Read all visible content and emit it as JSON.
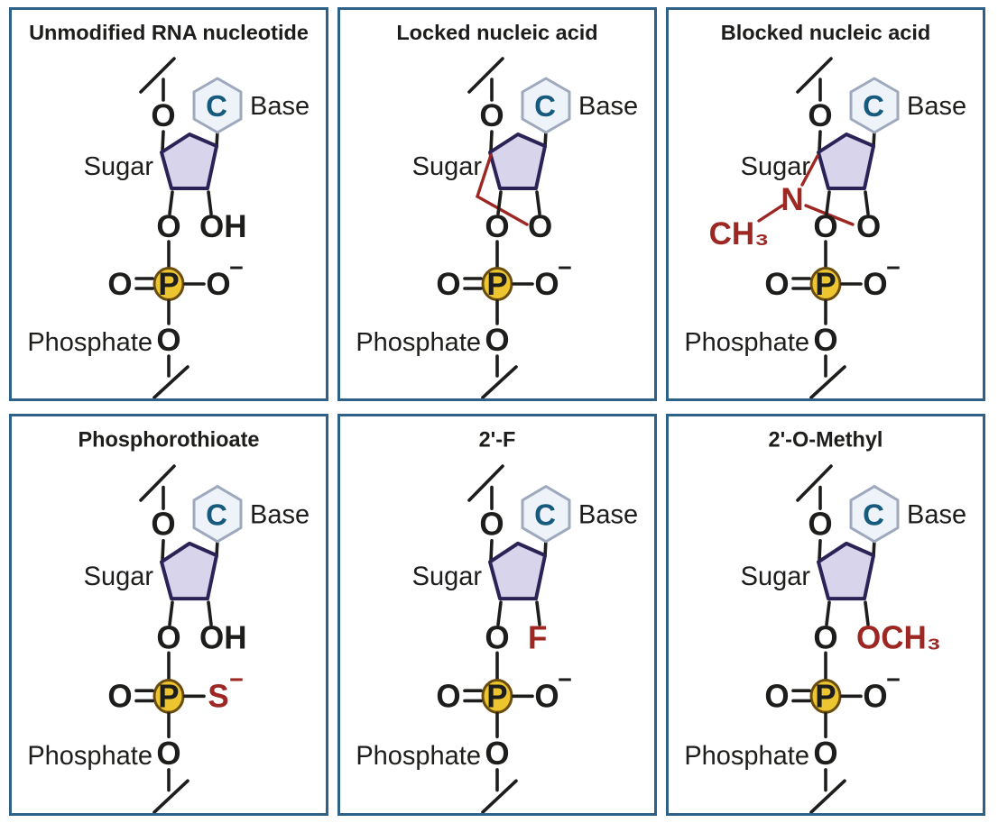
{
  "figure": {
    "description": "Six-panel diagram of RNA nucleotide chemical modifications",
    "rows": 2,
    "columns": 3
  },
  "colors": {
    "panel_border": "#2d6187",
    "ink": "#1d1d1b",
    "red": "#9c2723",
    "phosphorus_fill": "#ecc52f",
    "phosphorus_stroke": "#6a4d0e",
    "pentagon_fill": "#d8d4ec",
    "pentagon_stroke": "#2b2356",
    "hexagon_fill": "#eef3fa",
    "hexagon_stroke": "#9fa9bd",
    "base_letter": "#165a7e"
  },
  "shared": {
    "base_label": "Base",
    "base_letter": "C",
    "sugar_label": "Sugar",
    "phosphate_label": "Phosphate",
    "top_o": "O",
    "sugar_o_left": "O",
    "phosphate_double_o": "O",
    "phosphorus": "P",
    "minus": "−",
    "phosphate_bottom_o": "O"
  },
  "panels": [
    {
      "title": "Unmodified RNA nucleotide",
      "sugar_right": "OH",
      "sugar_right_color": "#1d1d1b",
      "p_right": "O",
      "p_right_color": "#1d1d1b",
      "features": {
        "bridge": false,
        "blocked": false
      }
    },
    {
      "title": "Locked nucleic acid",
      "sugar_right": "O",
      "sugar_right_color": "#1d1d1b",
      "p_right": "O",
      "p_right_color": "#1d1d1b",
      "features": {
        "bridge": true,
        "blocked": false
      }
    },
    {
      "title": "Blocked nucleic acid",
      "sugar_right": "O",
      "sugar_right_color": "#1d1d1b",
      "p_right": "O",
      "p_right_color": "#1d1d1b",
      "n_label": "N",
      "ch3_label": "CH₃",
      "features": {
        "bridge": false,
        "blocked": true
      }
    },
    {
      "title": "Phosphorothioate",
      "sugar_right": "OH",
      "sugar_right_color": "#1d1d1b",
      "p_right": "S",
      "p_right_color": "#9c2723",
      "features": {
        "bridge": false,
        "blocked": false
      }
    },
    {
      "title": "2'-F",
      "sugar_right": "F",
      "sugar_right_color": "#9c2723",
      "p_right": "O",
      "p_right_color": "#1d1d1b",
      "features": {
        "bridge": false,
        "blocked": false
      }
    },
    {
      "title": "2'-O-Methyl",
      "sugar_right": "OCH₃",
      "sugar_right_color": "#9c2723",
      "p_right": "O",
      "p_right_color": "#1d1d1b",
      "features": {
        "bridge": false,
        "blocked": false
      }
    }
  ]
}
